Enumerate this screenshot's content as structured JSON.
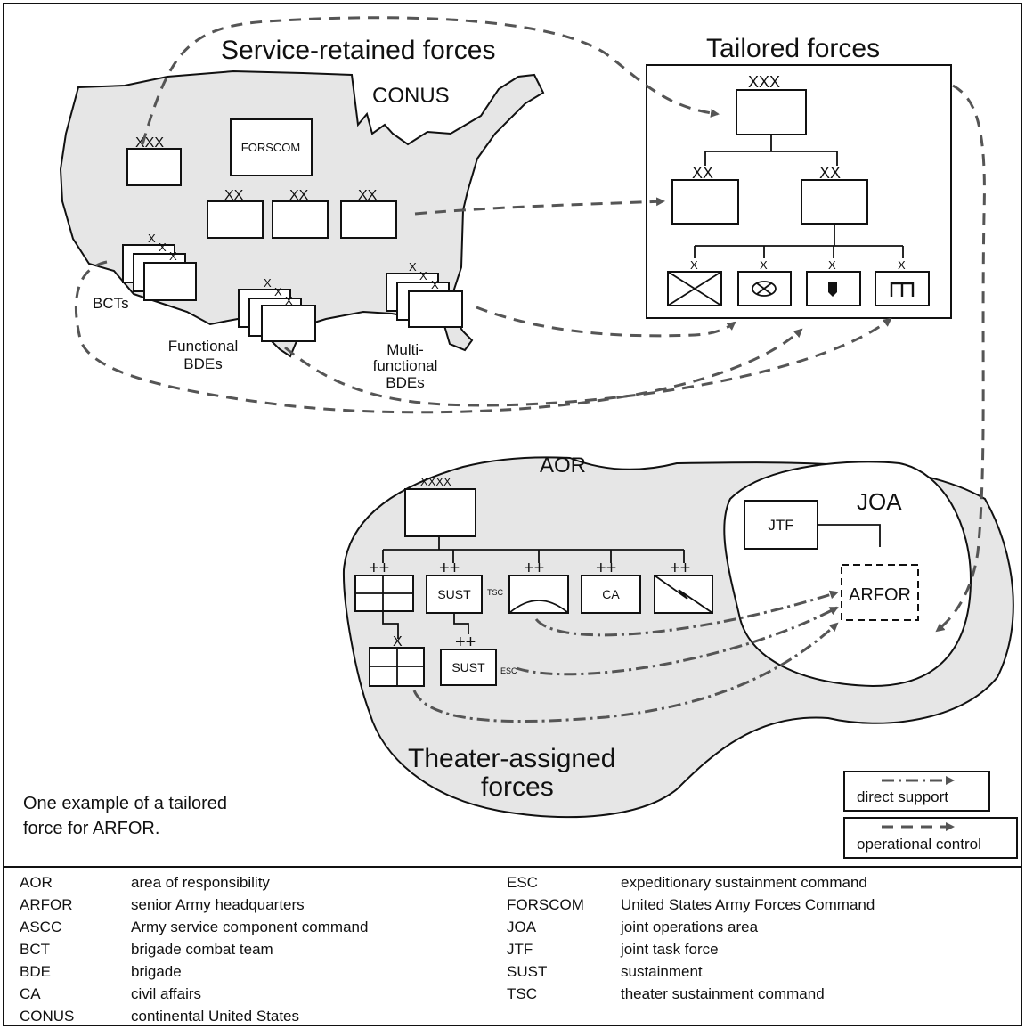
{
  "colors": {
    "region_fill": "#e6e6e6",
    "line": "#111111",
    "arrow": "#555555"
  },
  "titles": {
    "service_retained": "Service-retained forces",
    "tailored": "Tailored forces",
    "conus": "CONUS",
    "aor": "AOR",
    "joa": "JOA",
    "theater_line1": "Theater-assigned",
    "theater_line2": "forces"
  },
  "echelons": {
    "corps": "XXX",
    "division": "XX",
    "brigade": "X",
    "army": "XXXX",
    "command": "++"
  },
  "units": {
    "forscom": "FORSCOM",
    "bcts": "BCTs",
    "functional_line1": "Functional",
    "functional_line2": "BDEs",
    "multi_line1": "Multi-",
    "multi_line2": "functional",
    "multi_line3": "BDEs",
    "sust": "SUST",
    "tsc": "TSC",
    "esc": "ESC",
    "ca": "CA",
    "jtf": "JTF",
    "arfor": "ARFOR"
  },
  "note": {
    "line1": "One example of a tailored",
    "line2": "force for ARFOR."
  },
  "legend": {
    "direct_support": "direct support",
    "operational_control": "operational control"
  },
  "glossary": [
    {
      "abbr": "AOR",
      "def": "area of responsibility"
    },
    {
      "abbr": "ARFOR",
      "def": "senior Army headquarters"
    },
    {
      "abbr": "ASCC",
      "def": "Army service component command"
    },
    {
      "abbr": "BCT",
      "def": "brigade combat team"
    },
    {
      "abbr": "BDE",
      "def": "brigade"
    },
    {
      "abbr": "CA",
      "def": "civil affairs"
    },
    {
      "abbr": "CONUS",
      "def": "continental United States"
    },
    {
      "abbr": "ESC",
      "def": "expeditionary sustainment command"
    },
    {
      "abbr": "FORSCOM",
      "def": "United States Army Forces Command"
    },
    {
      "abbr": "JOA",
      "def": "joint operations area"
    },
    {
      "abbr": "JTF",
      "def": "joint task force"
    },
    {
      "abbr": "SUST",
      "def": "sustainment"
    },
    {
      "abbr": "TSC",
      "def": "theater sustainment command"
    }
  ]
}
